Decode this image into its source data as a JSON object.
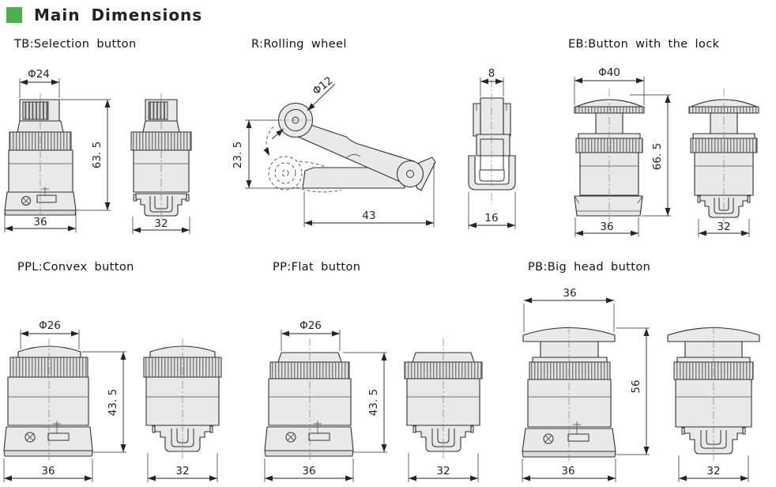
{
  "page": {
    "title": "Main Dimensions",
    "accent_color": "#4caf50"
  },
  "figures": [
    {
      "code": "TB",
      "label": "TB:Selection button",
      "dims": {
        "diameter": "Φ24",
        "height": "63. 5",
        "front_width": "36",
        "side_width": "32"
      }
    },
    {
      "code": "R",
      "label": "R:Rolling wheel",
      "dims": {
        "wheel_diameter": "Φ12",
        "height": "23. 5",
        "length": "43",
        "wheel_width": "8",
        "bracket_width": "16"
      }
    },
    {
      "code": "EB",
      "label": "EB:Button with the lock",
      "dims": {
        "diameter": "Φ40",
        "height": "66. 5",
        "front_width": "36",
        "side_width": "32"
      }
    },
    {
      "code": "PPL",
      "label": "PPL:Convex button",
      "dims": {
        "diameter": "Φ26",
        "height": "43. 5",
        "front_width": "36",
        "side_width": "32"
      }
    },
    {
      "code": "PP",
      "label": "PP:Flat button",
      "dims": {
        "diameter": "Φ26",
        "height": "43. 5",
        "front_width": "36",
        "side_width": "32"
      }
    },
    {
      "code": "PB",
      "label": "PB:Big head button",
      "dims": {
        "head_width": "36",
        "height": "56",
        "front_width": "36",
        "side_width": "32"
      }
    }
  ]
}
